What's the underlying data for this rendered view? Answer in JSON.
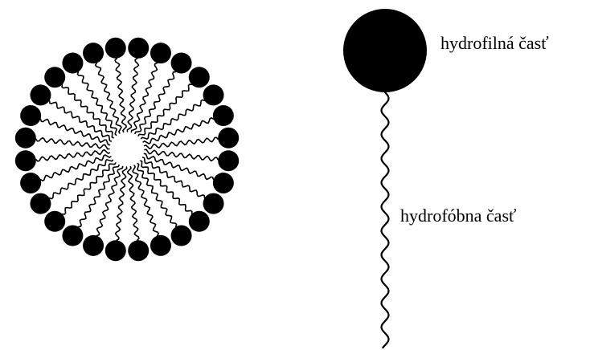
{
  "labels": {
    "hydrophilic": "hydrofilná časť",
    "hydrophobic": "hydrofóbna časť"
  },
  "colors": {
    "ink": "#000000",
    "background": "#ffffff"
  },
  "micelle": {
    "molecule_count": 28
  }
}
